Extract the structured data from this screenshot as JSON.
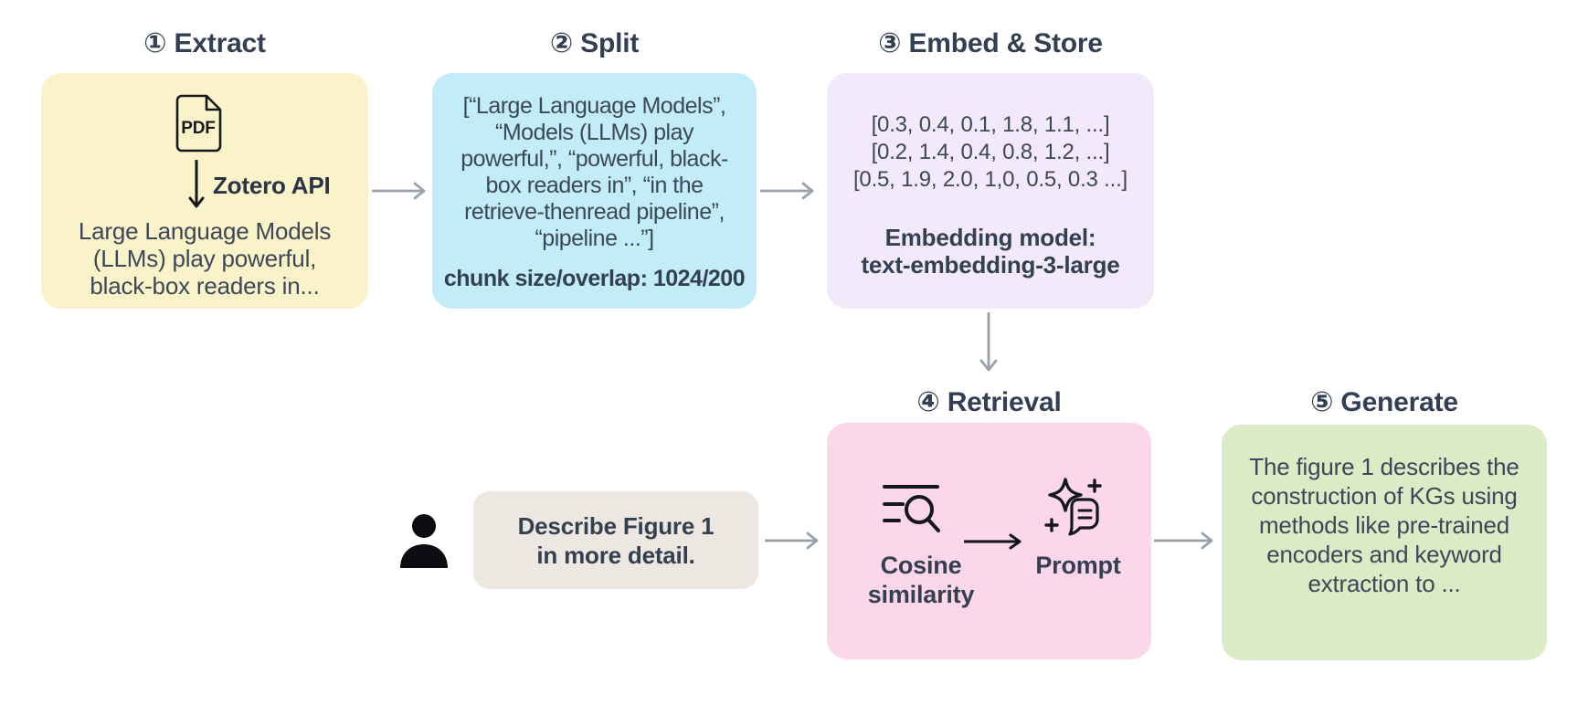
{
  "diagram_title": "RAG pipeline diagram",
  "colors": {
    "background": "#FFFFFF",
    "extract_box": "#FAF2C8",
    "split_box": "#C2EDF8",
    "embed_box": "#F2E9FB",
    "retrieval_box": "#FCD6E9",
    "generate_box": "#DAEBC5",
    "query_box": "#ECE8E1",
    "title_text": "#333F52",
    "body_text": "#3C4757",
    "connector_arrow": "#9AA1A9",
    "icon_stroke": "#14171C"
  },
  "steps": [
    {
      "id": "extract",
      "title": "① Extract",
      "pdf_label": "PDF",
      "arrow_label": "Zotero API",
      "lines": [
        "Large Language Models",
        "(LLMs) play powerful,",
        "black-box readers in..."
      ]
    },
    {
      "id": "split",
      "title": "② Split",
      "lines": [
        "[“Large Language Models”,",
        "“Models (LLMs) play",
        "powerful,”, “powerful, black-",
        "box readers in”,  “in the",
        "retrieve-thenread pipeline”,",
        "“pipeline ...”]"
      ],
      "note": "chunk size/overlap: 1024/200"
    },
    {
      "id": "embed-store",
      "title": "③ Embed & Store",
      "lines": [
        "[0.3, 0.4, 0.1, 1.8, 1.1, ...]",
        "[0.2, 1.4, 0.4, 0.8, 1.2, ...]",
        "[0.5, 1.9, 2.0, 1,0, 0.5, 0.3 ...]"
      ],
      "note_lines": [
        "Embedding model:",
        "text-embedding-3-large"
      ]
    },
    {
      "id": "retrieval",
      "title": "④ Retrieval",
      "items": [
        {
          "icon": "search-list-icon",
          "label_lines": [
            "Cosine",
            "similarity"
          ]
        },
        {
          "icon": "sparkle-prompt-icon",
          "label": "Prompt"
        }
      ]
    },
    {
      "id": "generate",
      "title": "⑤ Generate",
      "lines": [
        "The figure 1 describes the",
        "construction of KGs using",
        "methods like pre-trained",
        "encoders and keyword",
        "extraction to ..."
      ]
    }
  ],
  "query": {
    "lines": [
      "Describe Figure 1",
      "in more detail."
    ]
  }
}
